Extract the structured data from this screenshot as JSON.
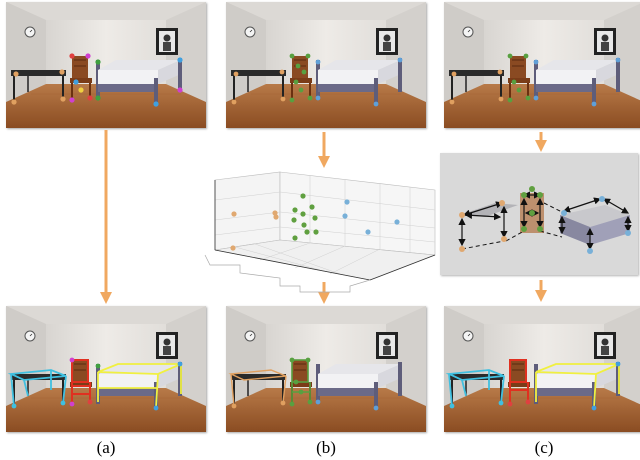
{
  "captions": [
    "(a)",
    "(b)",
    "(c)"
  ],
  "colors": {
    "arrow": "#f0a860",
    "wall": "#e6e3df",
    "floor": "#b06a36",
    "bed_frame": "#6b6a88",
    "chair_highlight": "#e03020",
    "table_highlight": "#40c0e0",
    "bed_highlight": "#f0f040",
    "graph_bg": "#d9d9d9"
  },
  "icons": {
    "clock": "wall-clock-icon",
    "portrait": "framed-portrait-icon"
  }
}
